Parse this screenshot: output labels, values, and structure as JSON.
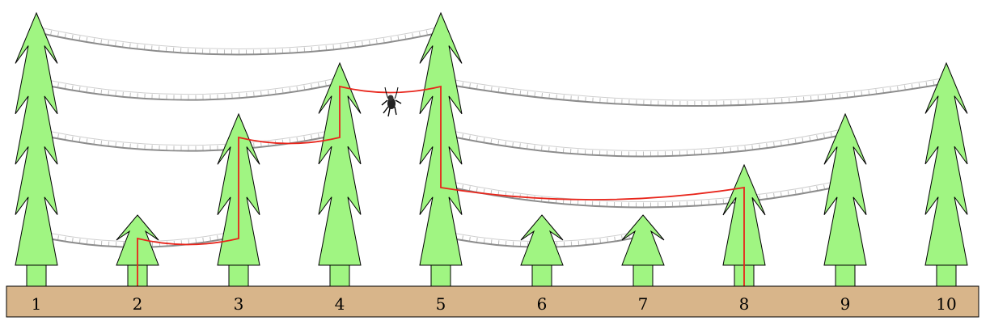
{
  "trees": [
    {
      "label": "1",
      "height": "tall"
    },
    {
      "label": "2",
      "height": "short"
    },
    {
      "label": "3",
      "height": "medium"
    },
    {
      "label": "4",
      "height": "tall"
    },
    {
      "label": "5",
      "height": "tallest"
    },
    {
      "label": "6",
      "height": "short"
    },
    {
      "label": "7",
      "height": "short"
    },
    {
      "label": "8",
      "height": "medium-short"
    },
    {
      "label": "9",
      "height": "medium"
    },
    {
      "label": "10",
      "height": "tall"
    }
  ],
  "bridges": [
    {
      "from": "1",
      "to": "5",
      "level": "top"
    },
    {
      "from": "1",
      "to": "4",
      "level": "upper"
    },
    {
      "from": "5",
      "to": "10",
      "level": "upper"
    },
    {
      "from": "1",
      "to": "4",
      "level": "middle"
    },
    {
      "from": "5",
      "to": "9",
      "level": "middle"
    },
    {
      "from": "5",
      "to": "9",
      "level": "lower-middle"
    },
    {
      "from": "1",
      "to": "3",
      "level": "low"
    },
    {
      "from": "5",
      "to": "7",
      "level": "low"
    }
  ],
  "route": [
    "2",
    "3",
    "4",
    "5",
    "8"
  ],
  "colors": {
    "tree_fill": "#a0f582",
    "ground_fill": "#d8b58a",
    "route_color": "#e8251b",
    "bridge_color": "#8c8c8c"
  },
  "icons": [
    "monkey-icon"
  ]
}
